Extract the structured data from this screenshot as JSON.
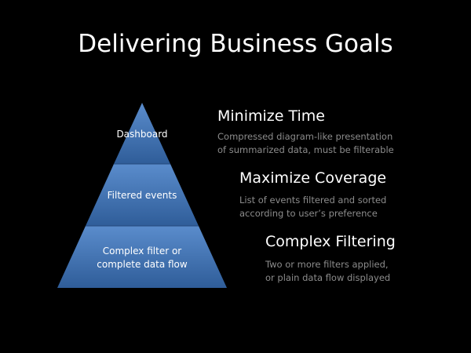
{
  "slide": {
    "title": "Delivering Business Goals"
  },
  "pyramid": {
    "tiers": [
      {
        "label_lines": [
          "Dashboard"
        ]
      },
      {
        "label_lines": [
          "Filtered events"
        ]
      },
      {
        "label_lines": [
          "Complex filter or",
          "complete data flow"
        ]
      }
    ],
    "fill_color": "#3d6fae",
    "highlight_color": "#6a98d2"
  },
  "goals": [
    {
      "heading": "Minimize Time",
      "description_lines": [
        "Compressed diagram-like presentation",
        "of summarized data, must be filterable"
      ]
    },
    {
      "heading": "Maximize Coverage",
      "description_lines": [
        "List of events filtered and sorted",
        "according to user’s preference"
      ]
    },
    {
      "heading": "Complex Filtering",
      "description_lines": [
        "Two or more filters applied,",
        "or plain data flow displayed"
      ]
    }
  ],
  "colors": {
    "background": "#000000",
    "heading_text": "#ffffff",
    "description_text": "#8c8c8c"
  }
}
